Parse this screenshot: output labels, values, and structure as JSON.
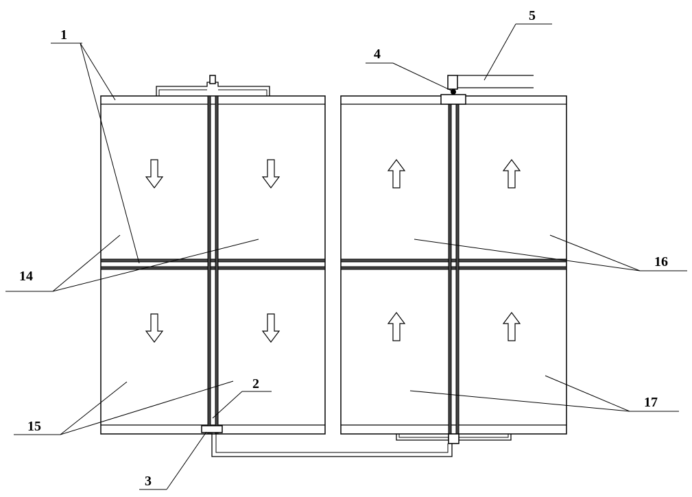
{
  "labels": {
    "l1": "1",
    "l2": "2",
    "l3": "3",
    "l4": "4",
    "l5": "5",
    "l14": "14",
    "l15": "15",
    "l16": "16",
    "l17": "17"
  },
  "arrows": {
    "left_tank": "down",
    "right_tank": "up"
  },
  "colors": {
    "line": "#000000",
    "background": "#ffffff"
  }
}
